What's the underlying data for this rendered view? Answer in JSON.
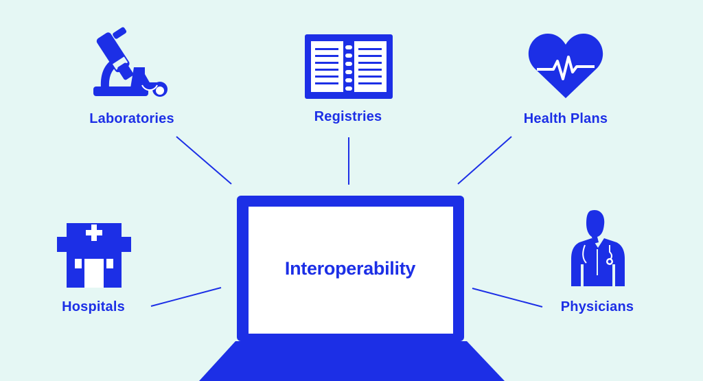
{
  "center": {
    "label": "Interoperability"
  },
  "nodes": [
    {
      "id": "laboratories",
      "label": "Laboratories",
      "icon": "microscope-icon"
    },
    {
      "id": "registries",
      "label": "Registries",
      "icon": "book-icon"
    },
    {
      "id": "health_plans",
      "label": "Health Plans",
      "icon": "heart-pulse-icon"
    },
    {
      "id": "hospitals",
      "label": "Hospitals",
      "icon": "hospital-icon"
    },
    {
      "id": "physicians",
      "label": "Physicians",
      "icon": "physician-icon"
    }
  ],
  "colors": {
    "background": "#e5f7f4",
    "accent": "#1c2fe6",
    "screen": "#ffffff"
  }
}
